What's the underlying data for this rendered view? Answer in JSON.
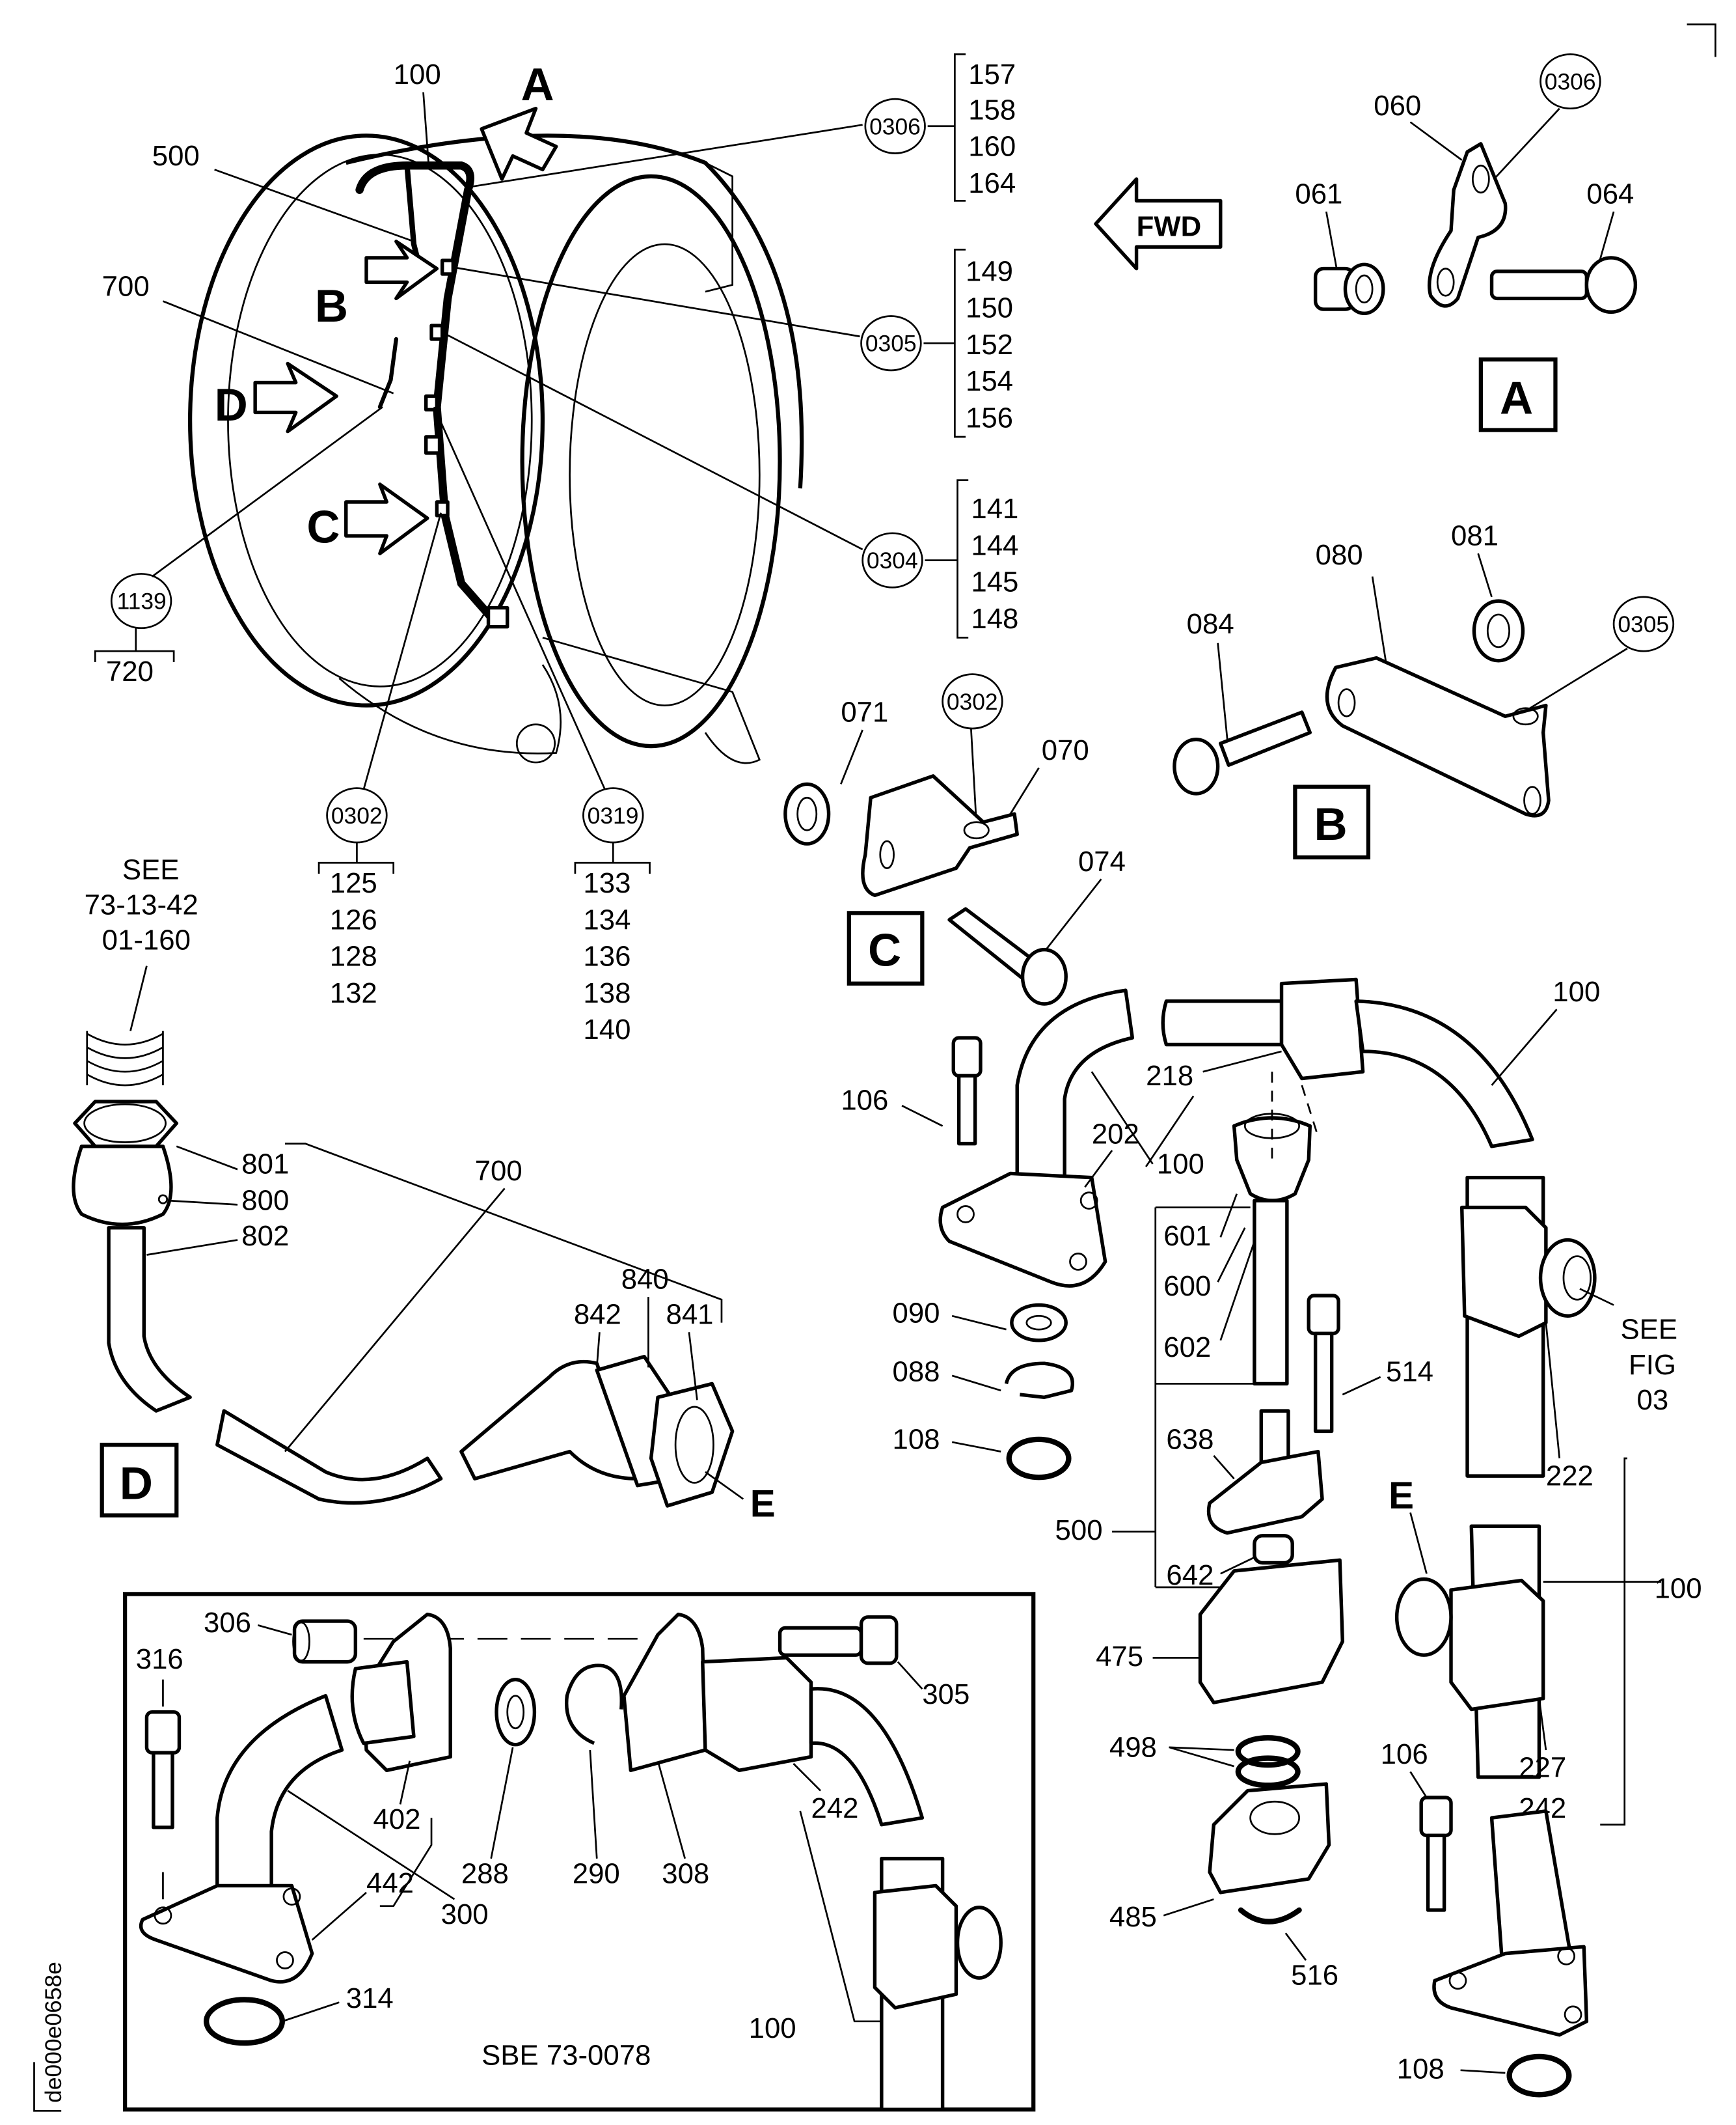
{
  "figure": {
    "drawing_id": "de000e0658e",
    "forward_arrow": "FWD",
    "sbe_reference": "SBE 73-0078"
  },
  "engine_view": {
    "view_arrows": [
      "A",
      "B",
      "C",
      "D"
    ],
    "callouts": {
      "pipe": "100",
      "assembly_500": "500",
      "assembly_700": "700"
    },
    "clamp_groups": [
      {
        "ref": "0306",
        "items": [
          "157",
          "158",
          "160",
          "164"
        ]
      },
      {
        "ref": "0305",
        "items": [
          "149",
          "150",
          "152",
          "154",
          "156"
        ]
      },
      {
        "ref": "0304",
        "items": [
          "141",
          "144",
          "145",
          "148"
        ]
      },
      {
        "ref": "0302",
        "items": [
          "125",
          "126",
          "128",
          "132"
        ]
      },
      {
        "ref": "0319",
        "items": [
          "133",
          "134",
          "136",
          "138",
          "140"
        ]
      },
      {
        "ref": "1139",
        "items": [
          "720"
        ]
      }
    ]
  },
  "detail_a": {
    "title": "A",
    "labels": {
      "bracket": "060",
      "nut": "061",
      "bolt": "064",
      "ref": "0306"
    }
  },
  "detail_b": {
    "title": "B",
    "labels": {
      "bracket": "080",
      "nut": "081",
      "bolt": "084",
      "ref": "0305"
    }
  },
  "detail_c": {
    "title": "C",
    "labels": {
      "bracket": "070",
      "nut": "071",
      "bolt": "074",
      "ref": "0302"
    }
  },
  "detail_d": {
    "title": "D",
    "see_note": [
      "SEE",
      "73-13-42",
      "01-160"
    ],
    "labels": {
      "nut": "801",
      "fitting": "800",
      "tube_end": "802",
      "tube": "700",
      "port": "840",
      "elbow": "842",
      "jam_nut": "841",
      "to_e": "E"
    }
  },
  "main_assembly": {
    "labels": {
      "pipe_top": "100",
      "fitting_218": "218",
      "pipe_mid": "100",
      "flange_202": "202",
      "bolt_106": "106",
      "washer_090": "090",
      "ring_088": "088",
      "oring_108": "108",
      "nut_601": "601",
      "fitting_600": "600",
      "tube_602": "602",
      "bolt_514": "514",
      "flange_638": "638",
      "assembly_500": "500",
      "spring_642": "642",
      "housing_475": "475",
      "seals_498": "498",
      "block_485": "485",
      "ring_516": "516",
      "tee_222": "222",
      "e_marker": "E",
      "pipe_right": "100",
      "tee_227": "227",
      "flange_242": "242",
      "bolt_106b": "106",
      "oring_108b": "108"
    },
    "see_fig": [
      "SEE",
      "FIG",
      "03"
    ]
  },
  "sbe_inset": {
    "labels": {
      "nut_306": "306",
      "bolt_316": "316",
      "flange_402": "402",
      "washer_288": "288",
      "ring_290": "290",
      "oring_308": "308",
      "bolt_305": "305",
      "fitting_242": "242",
      "flange_442": "442",
      "pipe_300": "300",
      "oring_314": "314",
      "pipe_100": "100"
    }
  }
}
